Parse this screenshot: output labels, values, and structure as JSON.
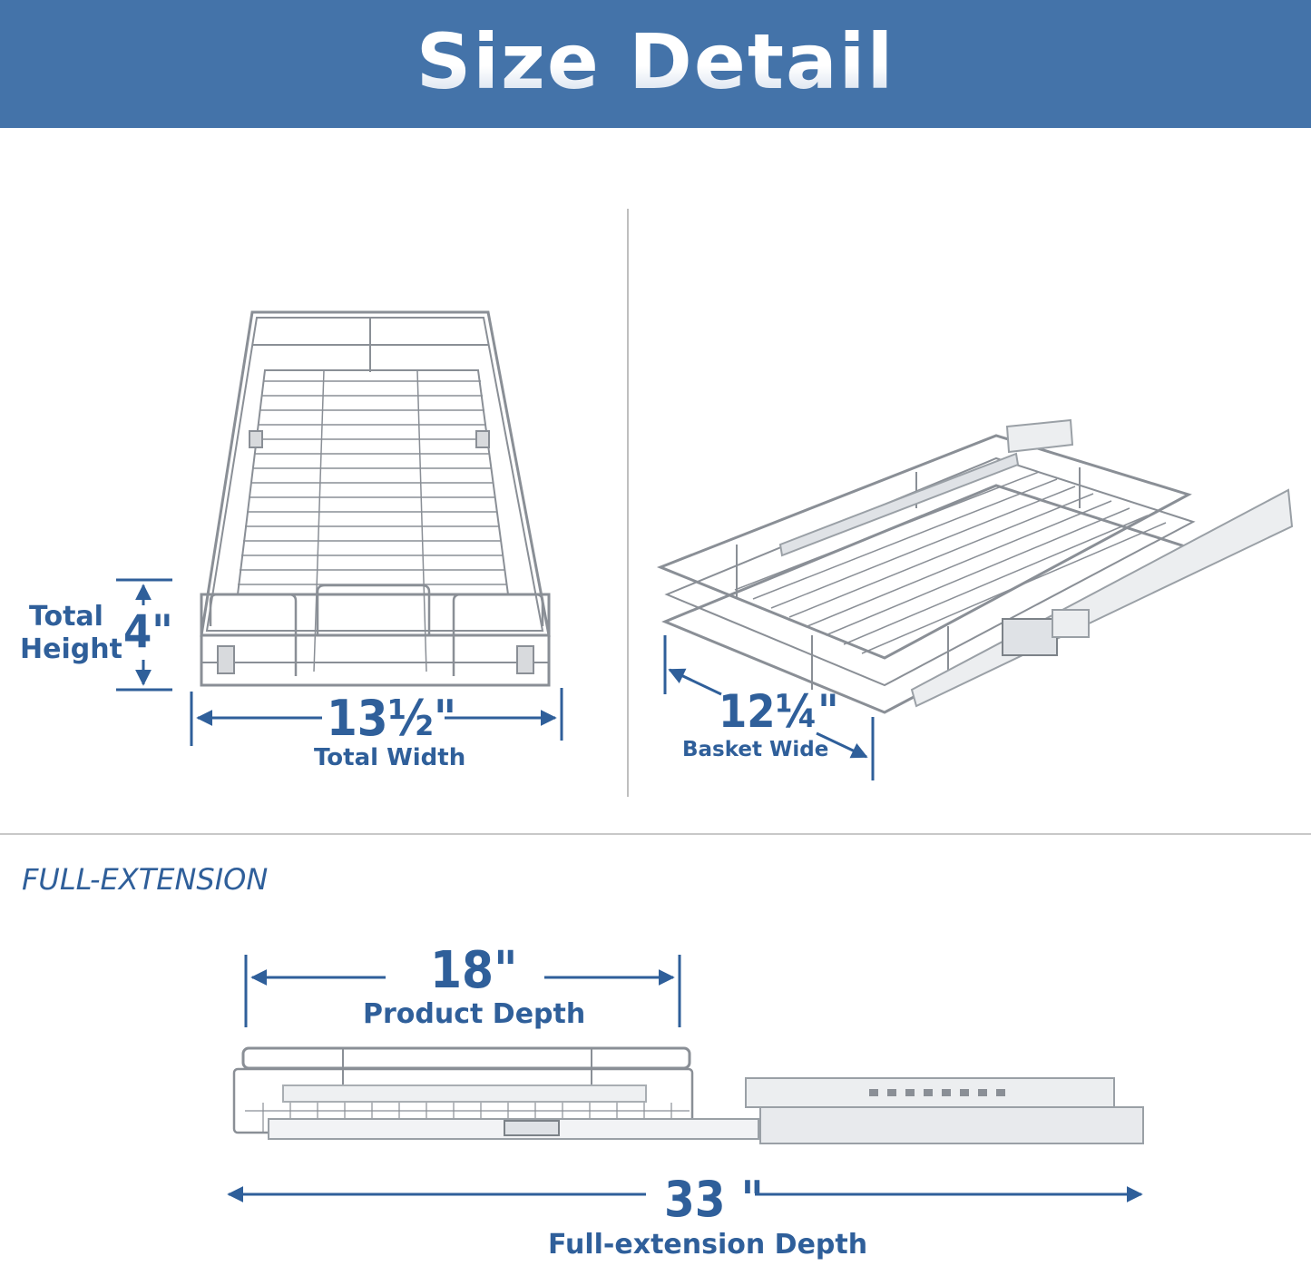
{
  "header": {
    "title": "Size Detail"
  },
  "top_left": {
    "height_label_line1": "Total",
    "height_label_line2": "Height",
    "height_value": "4\"",
    "width_value": "13½\"",
    "width_label": "Total Width"
  },
  "top_right": {
    "basket_value": "12¼\"",
    "basket_label": "Basket Wide"
  },
  "bottom": {
    "section_title": "FULL-EXTENSION",
    "product_depth_value": "18\"",
    "product_depth_label": "Product Depth",
    "full_depth_value": "33 \"",
    "full_depth_label": "Full-extension Depth"
  },
  "colors": {
    "banner": "#4473a9",
    "dimension": "#2f5f9a",
    "divider": "#bfbfbf",
    "wire": "#8a8f96"
  }
}
